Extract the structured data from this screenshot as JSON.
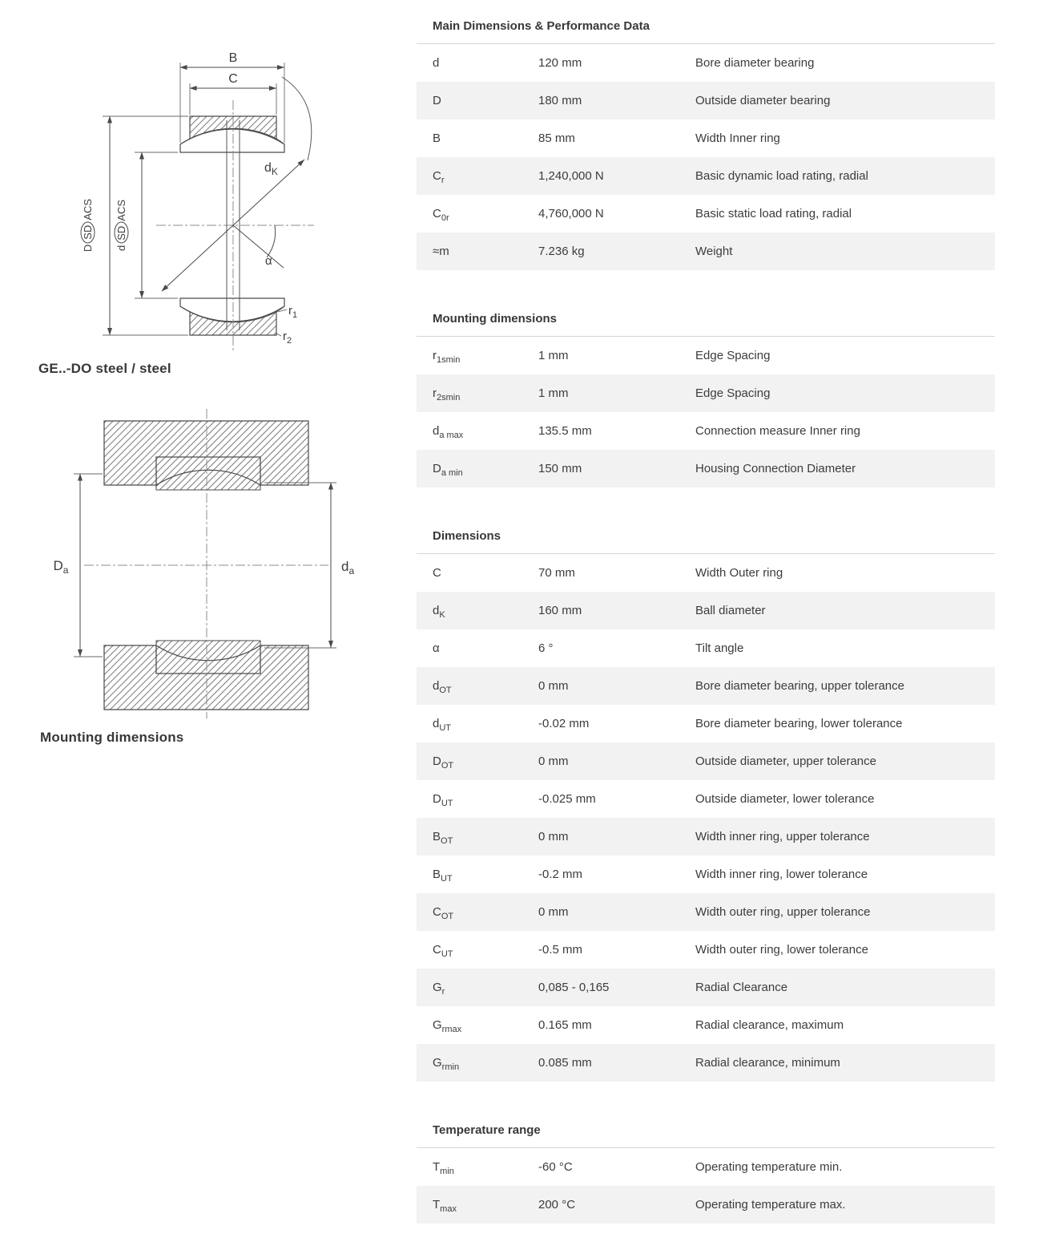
{
  "colors": {
    "alt_row_bg": "#f2f2f2",
    "section_rule": "#d6d6d6",
    "text": "#3c3c3c",
    "drawing_line": "#4a4a4a"
  },
  "figures": [
    {
      "caption": "GE..-DO steel / steel",
      "labels": {
        "width_inner_ring": "B",
        "width_outer_ring": "C",
        "ball_diameter_base": "d",
        "ball_diameter_sub": "K",
        "tilt_angle": "α",
        "radius1_base": "r",
        "radius1_sub": "1",
        "radius2_base": "r",
        "radius2_sub": "2",
        "outside_diameter": "D",
        "bore_diameter": "d",
        "tolerance_code": "SD",
        "suffix_code": "ACS"
      }
    },
    {
      "caption": "Mounting dimensions",
      "labels": {
        "housing_dia_base": "D",
        "housing_dia_sub": "a",
        "inner_dia_base": "d",
        "inner_dia_sub": "a"
      }
    }
  ],
  "sections": [
    {
      "title": "Main Dimensions & Performance Data",
      "rows": [
        {
          "sym": "d",
          "sub": "",
          "value": "120 mm",
          "desc": "Bore diameter bearing"
        },
        {
          "sym": "D",
          "sub": "",
          "value": "180 mm",
          "desc": "Outside diameter bearing"
        },
        {
          "sym": "B",
          "sub": "",
          "value": "85 mm",
          "desc": "Width Inner ring"
        },
        {
          "sym": "C",
          "sub": "r",
          "value": "1,240,000 N",
          "desc": "Basic dynamic load rating, radial"
        },
        {
          "sym": "C",
          "sub": "0r",
          "value": "4,760,000 N",
          "desc": "Basic static load rating, radial"
        },
        {
          "sym": "≈m",
          "sub": "",
          "value": "7.236 kg",
          "desc": "Weight"
        }
      ]
    },
    {
      "title": "Mounting dimensions",
      "rows": [
        {
          "sym": "r",
          "sub": "1smin",
          "value": "1 mm",
          "desc": "Edge Spacing"
        },
        {
          "sym": "r",
          "sub": "2smin",
          "value": "1 mm",
          "desc": "Edge Spacing"
        },
        {
          "sym": "d",
          "sub": "a max",
          "value": "135.5 mm",
          "desc": "Connection measure Inner ring"
        },
        {
          "sym": "D",
          "sub": "a min",
          "value": "150 mm",
          "desc": "Housing Connection Diameter"
        }
      ]
    },
    {
      "title": "Dimensions",
      "rows": [
        {
          "sym": "C",
          "sub": "",
          "value": "70 mm",
          "desc": "Width Outer ring"
        },
        {
          "sym": "d",
          "sub": "K",
          "value": "160 mm",
          "desc": "Ball diameter"
        },
        {
          "sym": "α",
          "sub": "",
          "value": "6 °",
          "desc": "Tilt angle"
        },
        {
          "sym": "d",
          "sub": "OT",
          "value": "0 mm",
          "desc": "Bore diameter bearing, upper tolerance"
        },
        {
          "sym": "d",
          "sub": "UT",
          "value": "-0.02 mm",
          "desc": "Bore diameter bearing, lower tolerance"
        },
        {
          "sym": "D",
          "sub": "OT",
          "value": "0 mm",
          "desc": "Outside diameter, upper tolerance"
        },
        {
          "sym": "D",
          "sub": "UT",
          "value": "-0.025 mm",
          "desc": "Outside diameter, lower tolerance"
        },
        {
          "sym": "B",
          "sub": "OT",
          "value": "0 mm",
          "desc": "Width inner ring, upper tolerance"
        },
        {
          "sym": "B",
          "sub": "UT",
          "value": "-0.2 mm",
          "desc": "Width inner ring, lower tolerance"
        },
        {
          "sym": "C",
          "sub": "OT",
          "value": "0 mm",
          "desc": "Width outer ring, upper tolerance"
        },
        {
          "sym": "C",
          "sub": "UT",
          "value": "-0.5 mm",
          "desc": "Width outer ring, lower tolerance"
        },
        {
          "sym": "G",
          "sub": "r",
          "value": "0,085 - 0,165",
          "desc": "Radial Clearance"
        },
        {
          "sym": "G",
          "sub": "rmax",
          "value": "0.165 mm",
          "desc": "Radial clearance, maximum"
        },
        {
          "sym": "G",
          "sub": "rmin",
          "value": "0.085 mm",
          "desc": "Radial clearance, minimum"
        }
      ]
    },
    {
      "title": "Temperature range",
      "rows": [
        {
          "sym": "T",
          "sub": "min",
          "value": "-60 °C",
          "desc": "Operating temperature min."
        },
        {
          "sym": "T",
          "sub": "max",
          "value": "200 °C",
          "desc": "Operating temperature max."
        }
      ]
    }
  ]
}
